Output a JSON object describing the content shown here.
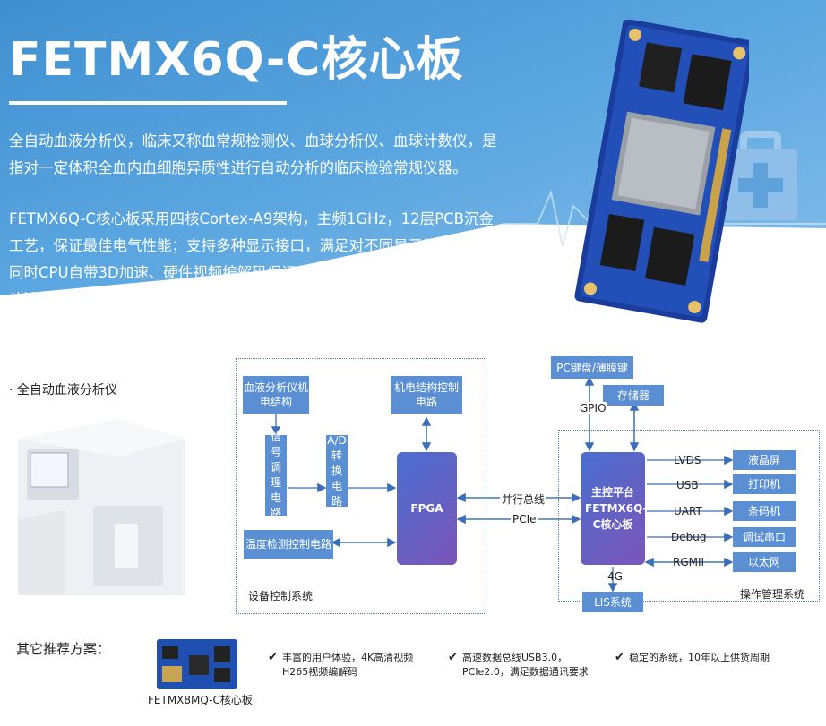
{
  "hero": {
    "title": "FETMX6Q-C核心板",
    "paragraph1": "全自动血液分析仪，临床又称血常规检测仪、血球分析仪、血球计数仪，是指对一定体积全血内血细胞异质性进行自动分析的临床检验常规仪器。",
    "paragraph2": "FETMX6Q-C核心板采用四核Cortex-A9架构，主频1GHz，12层PCB沉金工艺，保证最佳电气性能；支持多种显示接口，满足对不同显示屏的支持，同时CPU自带3D加速、硬件视频编解码保证系统应用的图形渲染、视频播放流畅。"
  },
  "analyzer_caption": "· 全自动血液分析仪",
  "diagram": {
    "blood_mech": "血液分析仪机电结构",
    "signal_vertical": [
      "信",
      "号",
      "调",
      "理",
      "电",
      "路"
    ],
    "ad_vertical": [
      "A/D",
      "转",
      "换",
      "电",
      "路"
    ],
    "motor_ctrl": "机电结构控制电路",
    "fpga": "FPGA",
    "temp_ctrl": "温度检测控制电路",
    "device_system": "设备控制系统",
    "parallel_bus": "并行总线",
    "pcie": "PCIe",
    "keyboard": "PC键盘/薄膜键",
    "storage": "存储器",
    "gpio": "GPIO",
    "mcu": "主控平台FETMX6Q-C核心板",
    "interfaces": [
      {
        "bus": "LVDS",
        "device": "液晶屏"
      },
      {
        "bus": "USB",
        "device": "打印机"
      },
      {
        "bus": "UART",
        "device": "条码机"
      },
      {
        "bus": "Debug",
        "device": "调试串口"
      },
      {
        "bus": "RGMII",
        "device": "以太网"
      }
    ],
    "g4": "4G",
    "lis": "LIS系统",
    "op_system": "操作管理系统"
  },
  "recommend": {
    "label": "其它推荐方案：",
    "product": "FETMX8MQ-C核心板",
    "features": [
      "丰富的用户体验，4K高清视频H265视频编解码",
      "高速数据总线USB3.0，PCIe2.0，满足数据通讯要求",
      "稳定的系统，10年以上供货周期"
    ]
  },
  "colors": {
    "hero": "#4a96d8",
    "block": "#5b8fd4",
    "chip": "#5a62c4",
    "dash": "#4a7fbf"
  }
}
